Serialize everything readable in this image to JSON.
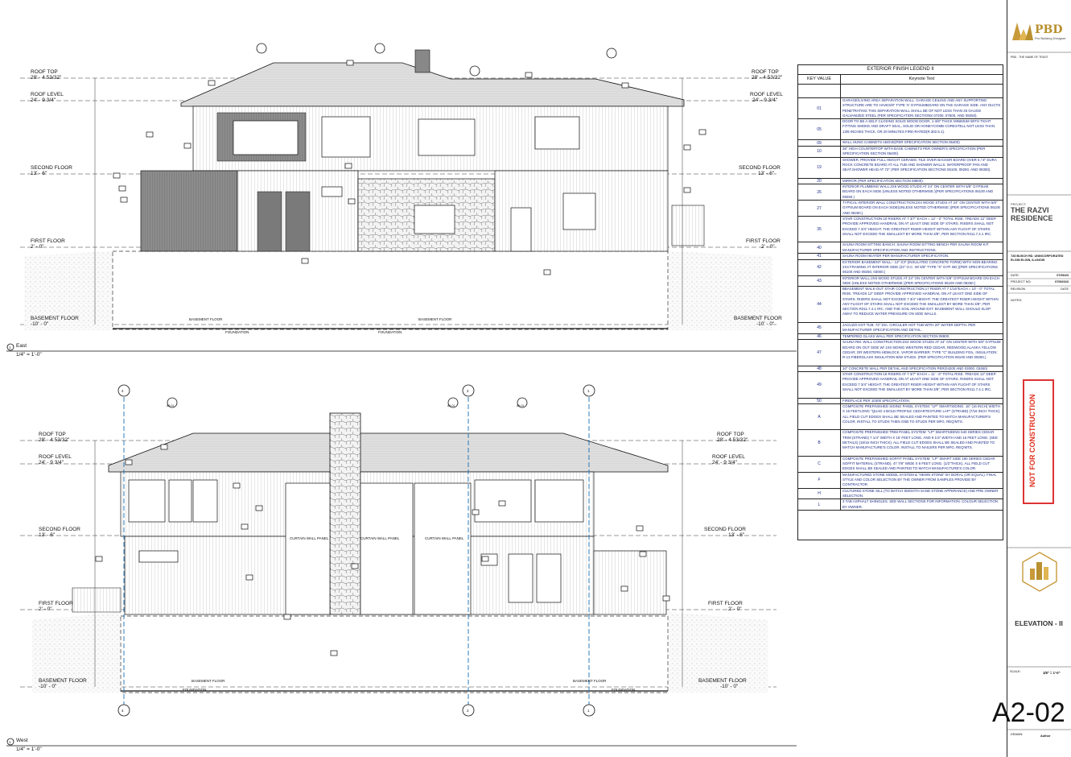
{
  "drawing": {
    "elevations": [
      {
        "view_name": "East",
        "scale": "1/4\" = 1'-0\"",
        "view_number": "1",
        "levels": [
          {
            "name": "ROOF TOP",
            "value": "28' - 4 53/32\""
          },
          {
            "name": "ROOF LEVEL",
            "value": "24' - 9 3/4\""
          },
          {
            "name": "SECOND FLOOR",
            "value": "13' - 6\""
          },
          {
            "name": "FIRST FLOOR",
            "value": "2' - 0\""
          },
          {
            "name": "BASEMENT FLOOR",
            "value": "-10' - 0\""
          }
        ],
        "grid_marks": []
      },
      {
        "view_name": "West",
        "scale": "1/4\" = 1'-0\"",
        "view_number": "1",
        "levels": [
          {
            "name": "ROOF TOP",
            "value": "28' - 4 53/32\""
          },
          {
            "name": "ROOF LEVEL",
            "value": "24' - 9 3/4\""
          },
          {
            "name": "SECOND FLOOR",
            "value": "13' - 6\""
          },
          {
            "name": "FIRST FLOOR",
            "value": "2' - 0\""
          },
          {
            "name": "BASEMENT FLOOR",
            "value": "-10' - 0\""
          }
        ],
        "grid_marks": [
          "4",
          "2",
          "1"
        ],
        "curtain_wall_label": "CURTAIN WALL PANEL",
        "section_refs": [
          "A9-01",
          "A9-01",
          "A9-01"
        ]
      }
    ],
    "basement_label": "BASEMENT FLOOR",
    "foundation_label": "FOUNDATION"
  },
  "keynote_table": {
    "title": "EXTERIOR FINISH LEGEND II",
    "col_key": "KEY VALUE",
    "col_text": "Keynote Text",
    "rows": [
      {
        "key": "01",
        "text": "GARAGE/LIVING AREA SEPARATION WALL. GARAGE CEILING AND ANY SUPPORTING STRUCTURE ARE TO HAVES/8\" TYPE 'X' GYPSUMBOARD ON THE GARAGE SIDE. ANY DUCTS PENETRATING THIS SEPARATION WALL SHALL BE OF NOT LESS THAN 26 GAUGE GALVANIZED STEEL (PER SPECIFICATION SECTIONS 07200, 07600, AND 09250).",
        "lines": 4
      },
      {
        "key": "05",
        "text": "DOOR TO BE A SELF CLOSING SOLID WOOD DOOR, 1-3/8\" THICK MINIMUM WITH TIGHT FITTING SMOKE AND DRAFT SEAL, SOLID OR HONEYCOMB CORESTELL NOT LESS THAN 13/8 INCHES THICK, OR 20 MINUTES FIRE-RATED(R.302.5.1).",
        "lines": 4
      },
      {
        "key": "09",
        "text": "WALL HUNG CABINETS ABOVE(PER SPECIFICATION SECTION 06400)",
        "lines": 1
      },
      {
        "key": "10",
        "text": "36\" HIGH COUNTERTOP WITH BASE CABINETS PER OWNER'S SPECIFICATION (PER SPECIFICATION SECTION 06400).",
        "lines": 2
      },
      {
        "key": "19",
        "text": "SHOWER. PROVIDE FULL HEIGHT CERAMIC TILE OVER BACKER BOARD OVER 5 / 8\" DURA ROCK CONCRETE BOARD AT ALL TUB AND SHOWER WALLS. WATERPROOF PAN AND SEAT.SHOWER HEAD AT 72\" (PER SPECIFICATION SECTIONS 06100, 09250, AND 09300).",
        "lines": 4
      },
      {
        "key": "20",
        "text": "MIRROR (PER SPECIFICATION SECTION 08800).",
        "lines": 1
      },
      {
        "key": "26",
        "text": "INTERIOR PLUMBING WALL:2X6 WOOD STUDS AT 24\" ON CENTER WITH 5/8\" GYPSUM BOARD ON EACH SIDE (UNLESS NOTED OTHERWISE )(PER SPECIFICATIONS 06100 AND 09250.)",
        "lines": 3
      },
      {
        "key": "27",
        "text": "TYPICAL INTERIOR WALL CONSTRUCTION:2X4 WOOD STUDS AT 24\" ON CENTER WITH 5/8\" GYPSUM BOARD ON EACH SIDE(UNLESS NOTED OTHERWISE )(PER SPECIFICATIONS 06100 AND 09250.)",
        "lines": 3
      },
      {
        "key": "35",
        "text": "STAIR CONSTRUCTION:19 RISERS AT 7 3/7\" EACH = 12' - 0\" TOTAL RISE. TREADS 12\" DEEP. PROVIDE APPROVED HANDRAIL ON AT LEAST ONE SIDE OF STAIRS. RISERS SHALL NOT EXCEED 7 3/4\" HEIGHT. THE GREATEST RISER HEIGHT WITHIN ANY FLIGHT OF STAIRS SHALL NOT EXCEED THE SMALLEST BY MORE THAN 3/8\", PER SECTION R311.7.4.1 IRC.",
        "lines": 5
      },
      {
        "key": "40",
        "text": "SAUNA ROOM SITTING BANCH: SAUNA ROOM SITTING BENCH PER SAUNA ROOM KIT MANUFACTURER SPECIFICATION AND INSTRUCTIONS.",
        "lines": 2
      },
      {
        "key": "41",
        "text": "SAUNA ROOM HEATER PER MANUFACTURER SPECIFICATION.",
        "lines": 1
      },
      {
        "key": "42",
        "text": "EXTERIOR BASEMENT WALL:- 12\" ICF (INSULATED CONCRETE FORM) WITH NON-BEARING 2X4 FRAMING AT INTERIOR SIDE (24\" O.C. W/ 5/8\" TYPE \"X\" GYP. BD.)(PER SPECIFICATIONS 06100 AND 09250, 03000.)",
        "lines": 3
      },
      {
        "key": "43",
        "text": "INTERIOR WALL:2X6 WOOD STUDS AT 24\" ON CENTER WITH 5/8\" GYPSUM BOARD ON EACH SIDE (UNLESS NOTED OTHERWISE )(PER SPECIFICATIONS 06100 AND 09250.)",
        "lines": 2
      },
      {
        "key": "44",
        "text": "BBASEMENT WALK-OUT STAIR CONSTRUCTION:17 RISER AT 7 1/16\"EACH = 10' - 0\" TOTAL RISE. TREADS 12\" DEEP. PROVIDE APPROVED HANDRAIL ON AT LEAST ONE SIDE OF STAIRS. RISERS SHALL NOT EXCEED 7 3/4\" HEIGHT. THE GREATEST RISER HEIGHT WITHIN ANY FLIGHT OF STAIRS SHALL NOT EXCEED THE SMALLEST BY MORE THAN 3/8\", PER SECTION R311.7.4.1 IRC. AND THE SOIL AROUND EXT. BASEMENT WALL SHOULD SLOP AWAY TO REDUCE WATER PRESSURE ON SIDE WALLS.",
        "lines": 7
      },
      {
        "key": "45",
        "text": "JACUZZI HOT TUB: 72\" DIA. CIRCULER HOT TUB WITH 20\" WATER DEPTH. PER MANUFACTURER SPECIFICATION AND DETAIL.",
        "lines": 2
      },
      {
        "key": "46",
        "text": "TEMPERED GLASS WALL PER SPECIFICATION SECTION 08800.",
        "lines": 1
      },
      {
        "key": "47",
        "text": "SAUNA RM. WALL CONSTRUCTION:2X4 WOOD STUDS AT 24\" ON CENTER WITH 5/8\" GYPSUM BOARD ON OUT SIDE W/ 1X6 SIDING WESTERN RED CEDAR, REDWOOD,ALASKA YELLOW CEDAR; OR WESTERN HEMLOCK. VAPOR BARRIER: TYPE \"C\" BUILDING FOIL. INSULATION: R-13 FIBERGLASS INSULATION B/W STUDS. (PER SPECIFICATION 06100 AND 09250.)",
        "lines": 5
      },
      {
        "key": "48",
        "text": "10\" CONCRETE WALL PER DETAIL AND SPECIFICATION PER(04200 AND 03000, 03450)",
        "lines": 1
      },
      {
        "key": "49",
        "text": "STAIR CONSTRUCTION:18 RISERS AT 7 3/7\" EACH = 11' - 6\" TOTAL RISE. TREADS 12\" DEEP. PROVIDE APPROVED HANDRAIL ON AT LEAST ONE SIDE OF STAIRS. RISERS SHALL NOT EXCEED 7 3/4\" HEIGHT. THE GREATEST RISER HEIGHT WITHIN ANY FLIGHT OF STAIRS SHALL NOT EXCEED THE SMALLEST BY MORE THAN 3/8\", PER SECTION R311.7.4.1 IRC.",
        "lines": 5
      },
      {
        "key": "50",
        "text": "FIREPLACE PER 10300 SPECIFICATION.",
        "lines": 1
      },
      {
        "key": "A",
        "text": "COMPOSITE PREFINISHED SIDING PANEL SYSTEM: \"LP\" SMARTSIDING. 16\" (16 INCH) WIDTH X 16 FEETLONG \"QUAD 4 BOLD PROFILE CEDARTEXTURE LAP\" (STRABD) (7/16 INCH THICK). ALL FIELD CUT EDGES SHALL BE SEALED AND PAINTED TO MATCH MANUFACTURER'S COLOR. INSTALL TO STUDS THEN OSB TO STUDS PER MFG. REQ'MTS.",
        "lines": 5
      },
      {
        "key": "B",
        "text": "COMPOSITE PREFINISHED TRIM PANEL SYSTEM: \"LP\" SMARTSIDING 540 SERIES CEDAR TRIM (STRAND) 7 1/4\" WIDTH X 16' FEET LONG. AND 9 1/4\" WIDTH AND 16 FEET LONG. (SEE DETAILS) (15/16 INCH THICK). ALL FIELD CUT EDGES SHALL BE SEALED AND PAINTED TO MATCH MANUFACTURE'S COLOR. INSTALL TO NAILERS PER MFG. REQ'MTS.",
        "lines": 5
      },
      {
        "key": "C",
        "text": "COMPOSITE PREFINISHED SOFFIT PANEL SYSTEM: \"LP\" SMART SIDE 190 SERIES CEDAR SOFFIT MATERIAL (STRAND). 47 7/8\" WIDE X 8 FEET LONG. (1/2\"THICK). ALL FIELD CUT EDGES SHALL BE SEALED AND PAINTED TO MATCH MANUFACTURE'S COLOR.",
        "lines": 3
      },
      {
        "key": "F",
        "text": "MANUFACTURED STONE MODEL SYSTEM & \"HEWN STONE\" BY BORAL (OR EQUAL). FINAL STYLE AND COLOR SELECTION BY THE OWNER FROM SAMPLES PROVIDE BY CONTRACTOR.",
        "lines": 3
      },
      {
        "key": "H",
        "text": "CULTURED STONE SILL (TO MATCH SMOOTH SAND STONE APPERANCE) AND PRE OWNER SELECTION.",
        "lines": 2
      },
      {
        "key": "L",
        "text": "3 TAB ASPHALT SHINGLES. SEE WALL SECTIONS FOR INFORMATION. COLOUR SELECTION BY OWNER.",
        "lines": 2
      }
    ]
  },
  "title_block": {
    "logo_text": "PBD",
    "logo_subtext": "Pro Building Designer",
    "firm_note": "PBD - THE NAME OF TRUST",
    "project_label": "PROJECT:",
    "project_name": "THE RAZVI RESIDENCE",
    "address": "728 BUSCH RD. UNINCORPORATED ELGIN ELGIN, ILLINOIS",
    "date_label": "DATE:",
    "date_value": "07/06/23",
    "project_no_label": "PROJECT NO:",
    "project_no_value": "07092023",
    "revision_label": "REVISION",
    "revision_date_label": "DATE",
    "notes_label": "NOTES:",
    "stamp": "NOT FOR CONSTRUCTION",
    "sheet_title": "ELEVATION - II",
    "scale_label": "SCALE:",
    "scale_value": "1/8\" = 1'-0\"",
    "sheet_number": "A2-02",
    "drawn_label": "DRAWN:",
    "drawn_value": "Author"
  },
  "colors": {
    "line": "#111111",
    "keynote_text": "#1b2a86",
    "stamp": "#e0301e",
    "logo_gold": "#b8902f",
    "grid_line": "#1a6fb3"
  }
}
